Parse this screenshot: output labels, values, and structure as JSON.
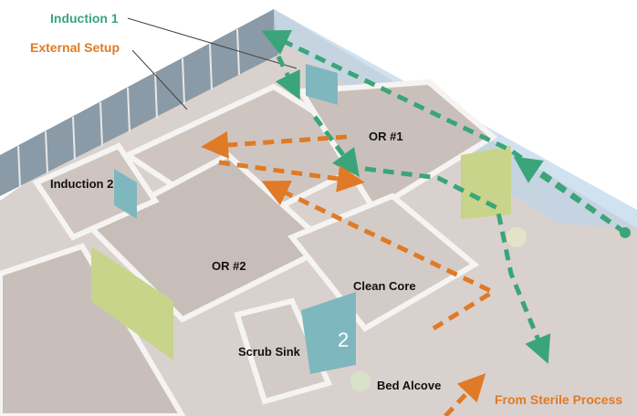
{
  "title_labels": {
    "induction1": "Induction 1",
    "external_setup": "External Setup",
    "from_sterile": "From Sterile Process"
  },
  "room_labels": {
    "or1": "OR #1",
    "induction2": "Induction 2",
    "or2": "OR #2",
    "clean_core": "Clean Core",
    "scrub_sink": "Scrub Sink",
    "bed_alcove": "Bed Alcove",
    "room_number": "2"
  },
  "colors": {
    "green_path": "#3aa57a",
    "orange_path": "#e07a26",
    "wall": "#f4f2f0",
    "floor": "#c9bfba",
    "accent_wall": "#c8d48a",
    "teal_wall": "#7fb7bf"
  }
}
